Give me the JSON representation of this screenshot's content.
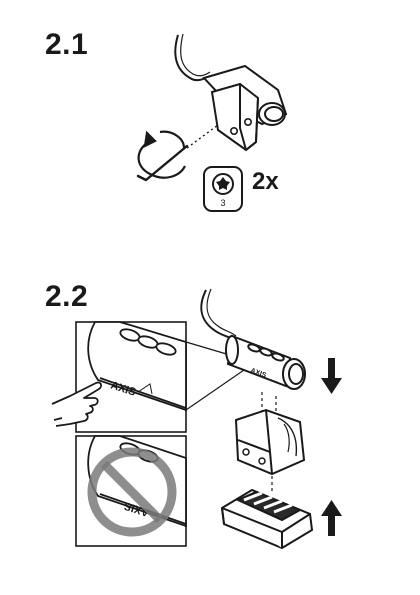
{
  "steps": [
    {
      "label": "2.1"
    },
    {
      "label": "2.2"
    }
  ],
  "step1": {
    "quantity": "2x",
    "tool_number": "3"
  },
  "step2": {
    "brand_label": "AXIS"
  },
  "icons": [
    "hex-key-icon",
    "rotate-counterclockwise-icon",
    "torx-screw-icon",
    "pointing-hand-icon",
    "no-entry-icon",
    "arrow-down-icon",
    "arrow-up-icon"
  ]
}
